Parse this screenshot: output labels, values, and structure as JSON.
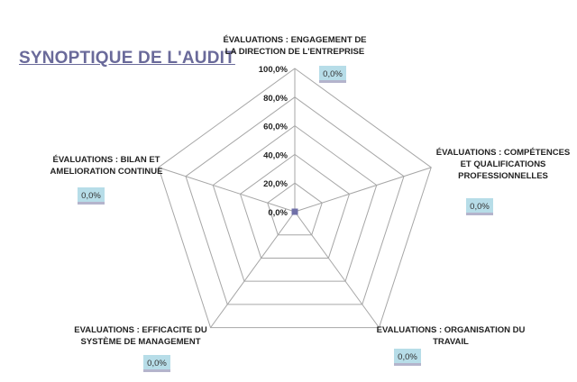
{
  "title": "SYNOPTIQUE DE L'AUDIT",
  "chart_data": {
    "type": "radar",
    "categories": [
      [
        "ÉVALUATIONS : ENGAGEMENT DE",
        "LA DIRECTION DE L'ENTREPRISE"
      ],
      [
        "ÉVALUATIONS : COMPÉTENCES",
        "ET QUALIFICATIONS",
        "PROFESSIONNELLES"
      ],
      [
        "EVALUATIONS : ORGANISATION DU",
        "TRAVAIL"
      ],
      [
        "EVALUATIONS : EFFICACITE DU",
        "SYSTÈME DE MANAGEMENT"
      ],
      [
        "ÉVALUATIONS : BILAN ET",
        "AMELIORATION CONTINUE"
      ]
    ],
    "values": [
      0,
      0,
      0,
      0,
      0
    ],
    "data_labels": [
      "0,0%",
      "0,0%",
      "0,0%",
      "0,0%",
      "0,0%"
    ],
    "ticks": [
      "0,0%",
      "20,0%",
      "40,0%",
      "60,0%",
      "80,0%",
      "100,0%"
    ],
    "range": [
      0,
      100
    ],
    "grid": true,
    "colors": {
      "grid": "#a6a6a6",
      "marker": "#7070a8",
      "label_box": "#b7dde8"
    }
  }
}
